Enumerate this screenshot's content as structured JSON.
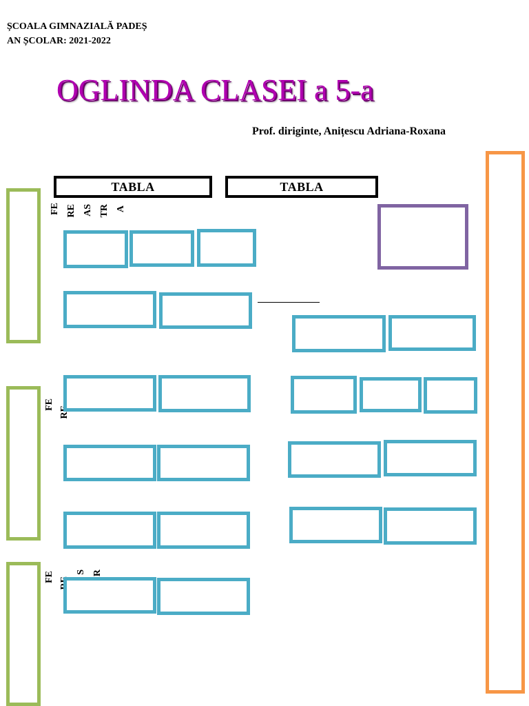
{
  "header": {
    "school": "ȘCOALA GIMNAZIALĂ PADEȘ",
    "year": "AN ȘCOLAR: 2021-2022"
  },
  "title": "OGLINDA CLASEI a 5-a",
  "teacher": "Prof. diriginte, Anițescu Adriana-Roxana",
  "boards": [
    "TABLA",
    "TABLA"
  ],
  "window_labels": {
    "top": [
      "FE",
      "RE",
      "AS",
      "TR",
      "A"
    ],
    "middle": [
      "FE",
      "RE"
    ],
    "bottom": [
      "FE",
      "RE",
      "S",
      "R"
    ]
  },
  "colors": {
    "title": "#b000b0",
    "desk": "#4bacc6",
    "window": "#9bbb59",
    "door": "#f79646",
    "cabinet": "#8064a2"
  }
}
